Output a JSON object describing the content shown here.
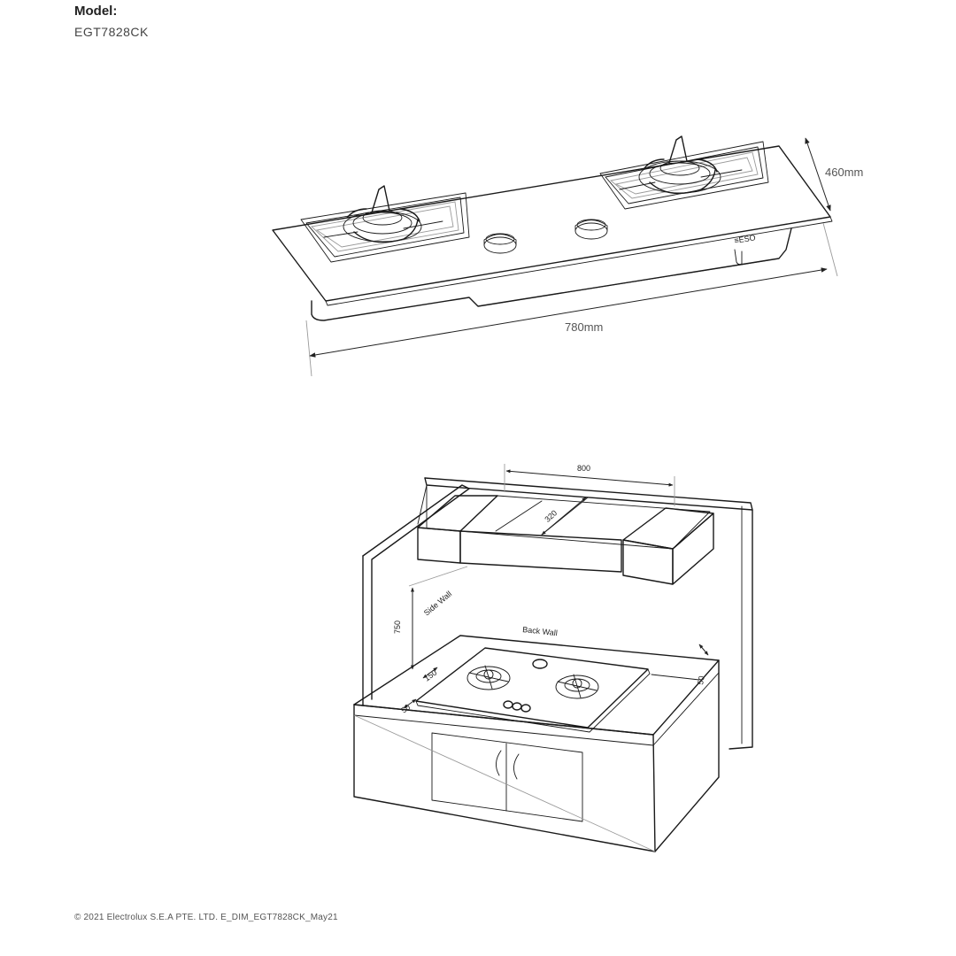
{
  "header": {
    "model_label": "Model:",
    "model_number": "EGT7828CK"
  },
  "hob_drawing": {
    "depth_label": "460mm",
    "width_label": "780mm"
  },
  "kitchen_drawing": {
    "hood_width": "800",
    "hood_depth": "320",
    "height_above_hob": "750",
    "side_wall_label": "Side Wall",
    "back_wall_label": "Back Wall",
    "side_clearance": "150",
    "front_clearance": "50",
    "back_clearance": "50"
  },
  "footer": {
    "copyright": "© 2021 Electrolux S.E.A PTE. LTD.   E_DIM_EGT7828CK_May21"
  },
  "colors": {
    "line": "#1a1a1a",
    "text_dim": "#555555"
  }
}
